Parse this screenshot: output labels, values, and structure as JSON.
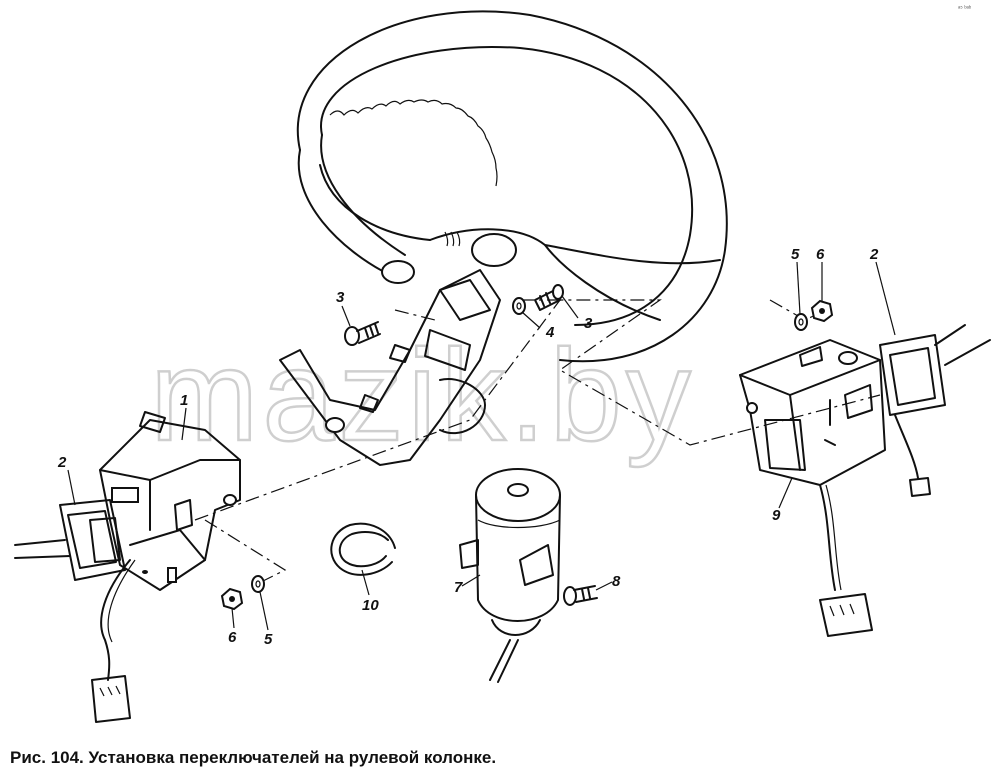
{
  "caption": "Рис. 104. Установка переключателей на рулевой колонке.",
  "watermark": "mazik.by",
  "corner_mark": "ᵃ⁵ ᵇᵃᵇ",
  "callouts": {
    "switch_left_1": "1",
    "grip_left_2": "2",
    "grip_right_2": "2",
    "screw_left_3": "3",
    "screw_right_3": "3",
    "washer_4": "4",
    "washer_right_5": "5",
    "nut_right_6": "6",
    "nut_left_6": "6",
    "washer_left_5": "5",
    "lock_7": "7",
    "screw_8": "8",
    "switch_right_9": "9",
    "ring_10": "10"
  }
}
